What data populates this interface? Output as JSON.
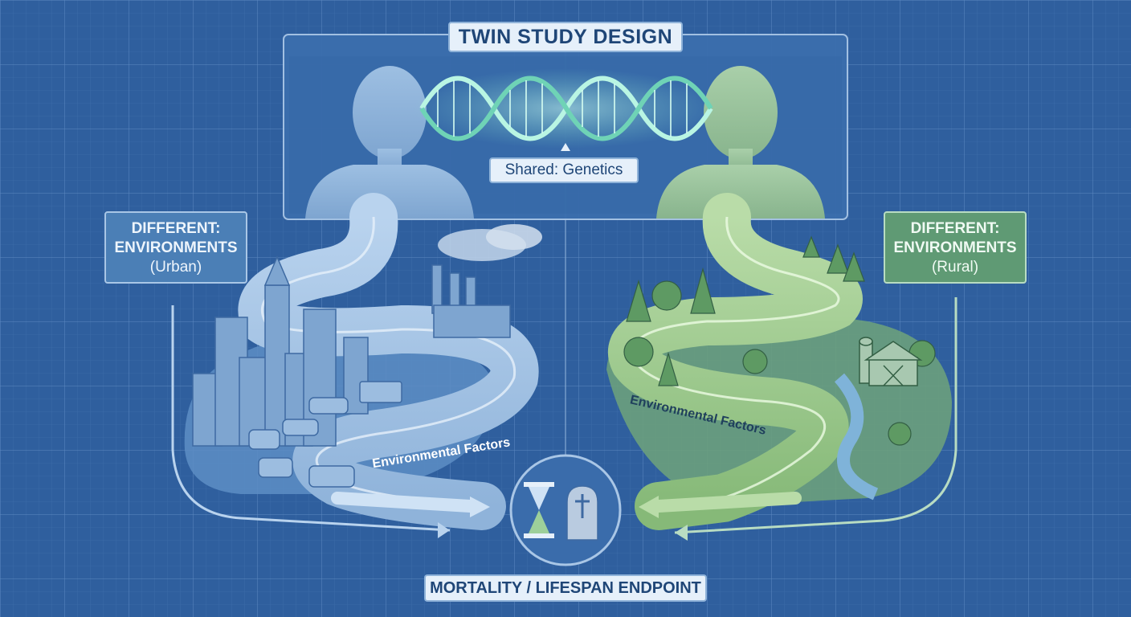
{
  "title": "TWIN STUDY DESIGN",
  "shared_label": "Shared: Genetics",
  "urban": {
    "line1": "DIFFERENT:",
    "line2": "ENVIRONMENTS",
    "line3": "(Urban)"
  },
  "rural": {
    "line1": "DIFFERENT:",
    "line2": "ENVIRONMENTS",
    "line3": "(Rural)"
  },
  "path_label_left": "Environmental Factors",
  "path_label_right": "Environmental Factors",
  "endpoint_label": "MORTALITY / LIFESPAN ENDPOINT",
  "colors": {
    "background": "#2f5f9e",
    "urban_accent": "#9cc3ea",
    "rural_accent": "#8fc98a",
    "dna_glow": "#7fe3c8"
  },
  "icons": [
    "twin-left-silhouette-icon",
    "twin-right-silhouette-icon",
    "dna-helix-icon",
    "city-skyline-icon",
    "factory-icon",
    "farm-barn-icon",
    "hourglass-icon",
    "gravestone-icon"
  ]
}
